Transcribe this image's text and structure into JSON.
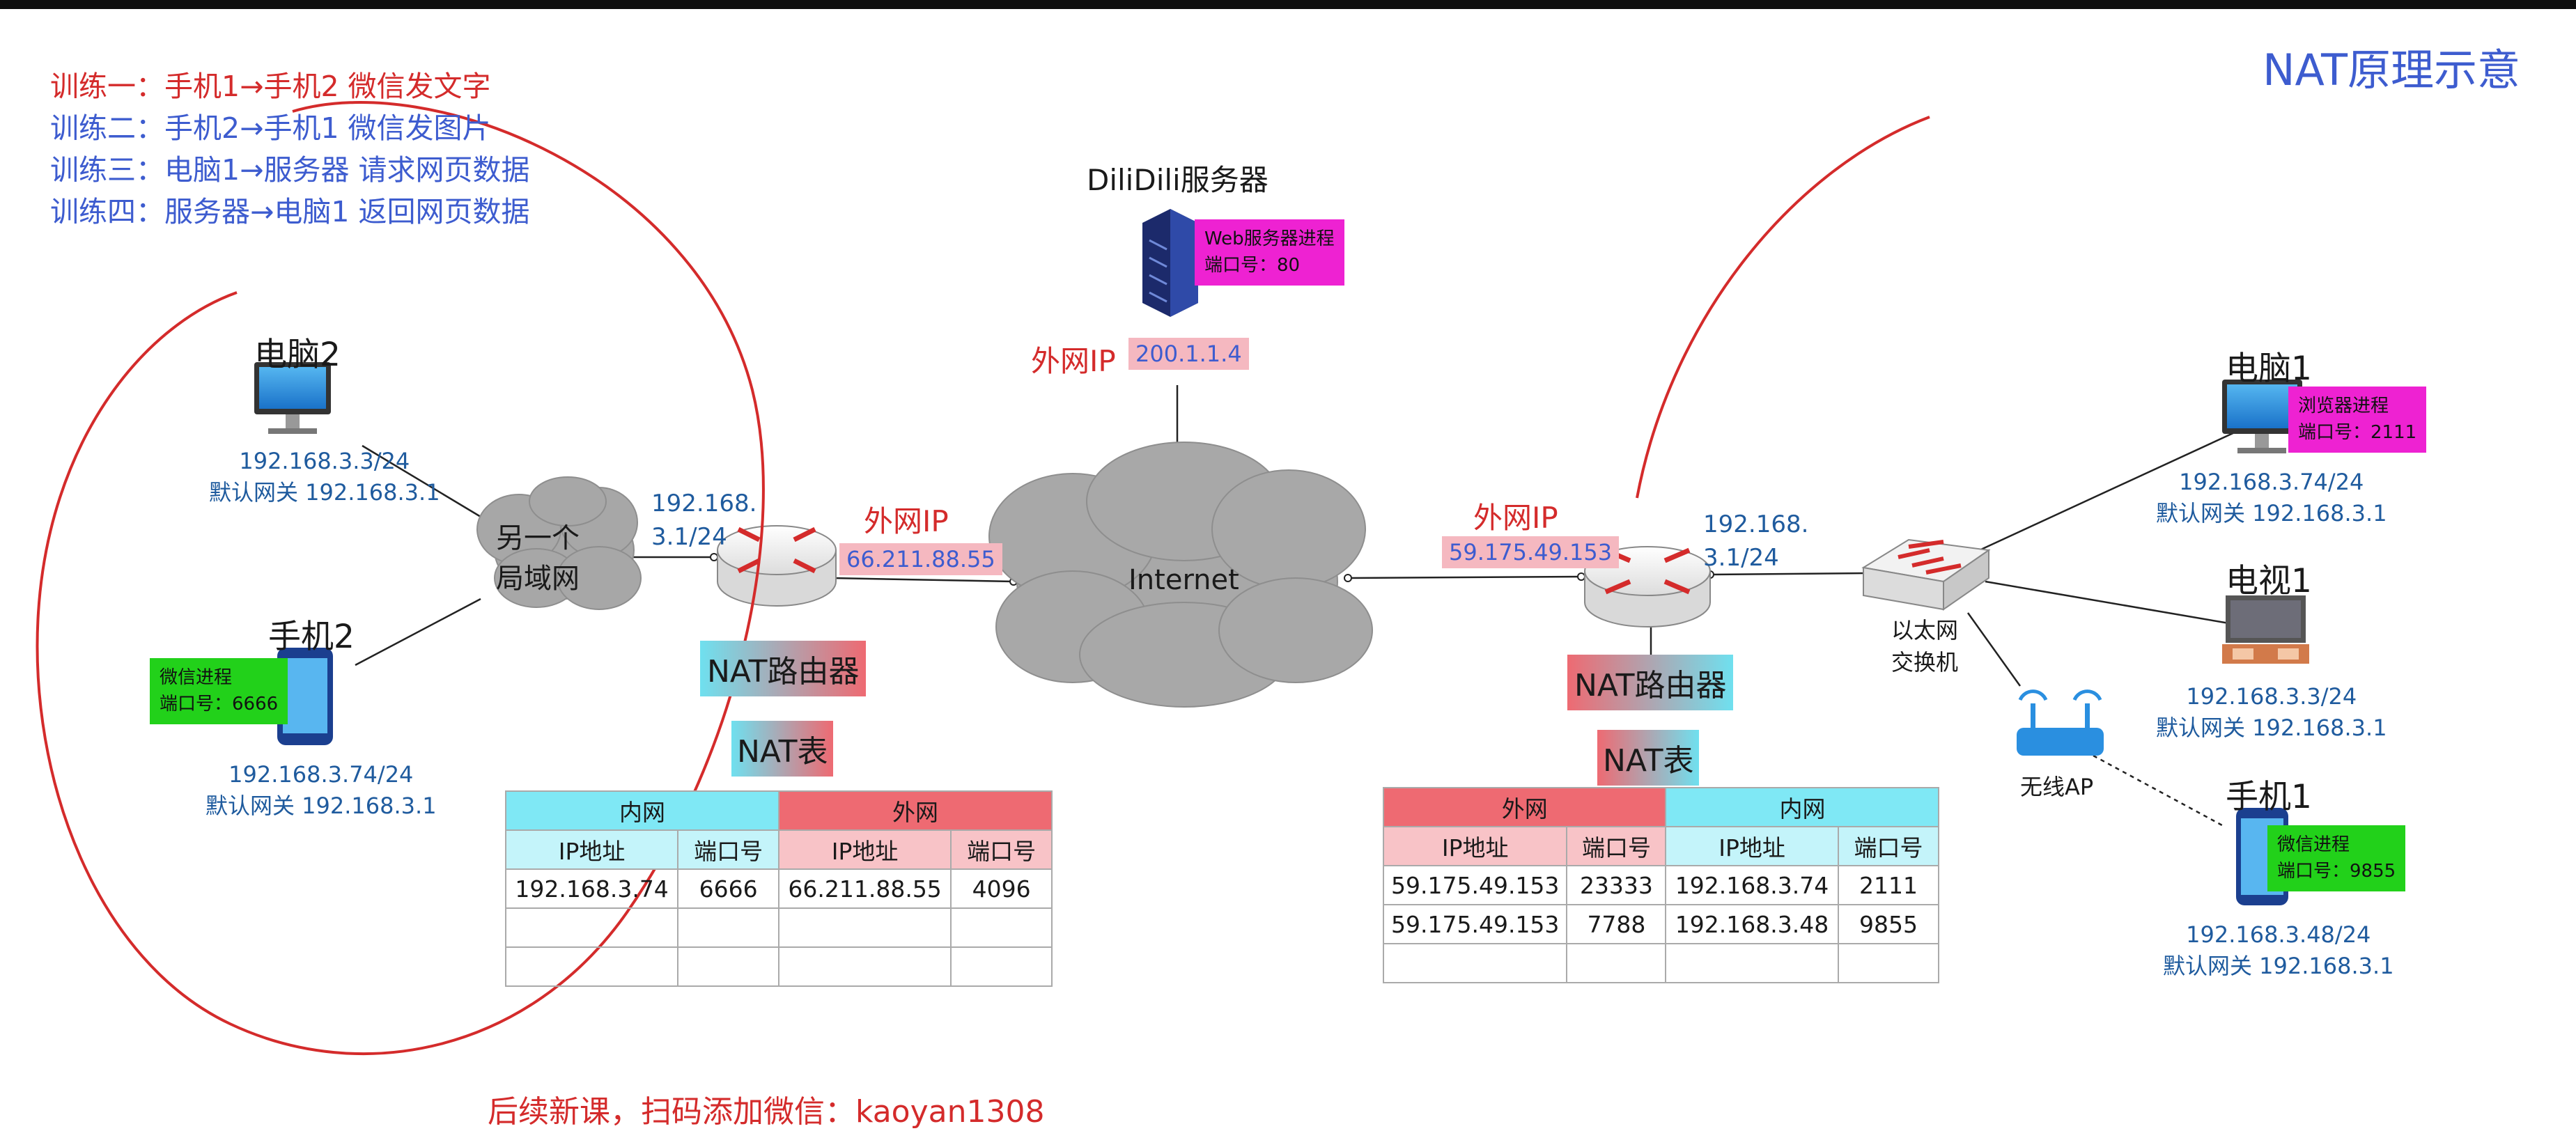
{
  "title": "NAT原理示意",
  "training": [
    "训练一：手机1→手机2 微信发文字",
    "训练二：手机2→手机1 微信发图片",
    "训练三：电脑1→服务器 请求网页数据",
    "训练四：服务器→电脑1 返回网页数据"
  ],
  "server": {
    "name": "DiliDili服务器",
    "process": "Web服务器进程",
    "port": "端口号：80",
    "wan_label": "外网IP",
    "wan_ip": "200.1.1.4"
  },
  "internet": "Internet",
  "left": {
    "pc2": {
      "name": "电脑2",
      "ip": "192.168.3.3/24",
      "gw": "默认网关 192.168.3.1"
    },
    "lan": "另一个\n局域网",
    "phone2": {
      "name": "手机2",
      "process": "微信进程",
      "port": "端口号：6666",
      "ip": "192.168.3.74/24",
      "gw": "默认网关 192.168.3.1"
    },
    "router_lan_ip": "192.168.\n3.1/24",
    "wan_label": "外网IP",
    "wan_ip": "66.211.88.55",
    "router": "NAT路由器",
    "nat_table_label": "NAT表",
    "table": {
      "group_headers": [
        "内网",
        "外网"
      ],
      "sub_headers": [
        "IP地址",
        "端口号",
        "IP地址",
        "端口号"
      ],
      "rows": [
        [
          "192.168.3.74",
          "6666",
          "66.211.88.55",
          "4096"
        ],
        [
          "",
          "",
          "",
          ""
        ],
        [
          "",
          "",
          "",
          ""
        ]
      ]
    }
  },
  "right": {
    "wan_label": "外网IP",
    "wan_ip": "59.175.49.153",
    "router_lan_ip": "192.168.\n3.1/24",
    "router": "NAT路由器",
    "nat_table_label": "NAT表",
    "switch": "以太网\n交换机",
    "ap": "无线AP",
    "pc1": {
      "name": "电脑1",
      "process": "浏览器进程",
      "port": "端口号：2111",
      "ip": "192.168.3.74/24",
      "gw": "默认网关 192.168.3.1"
    },
    "tv1": {
      "name": "电视1",
      "ip": "192.168.3.3/24",
      "gw": "默认网关 192.168.3.1"
    },
    "phone1": {
      "name": "手机1",
      "process": "微信进程",
      "port": "端口号：9855",
      "ip": "192.168.3.48/24",
      "gw": "默认网关 192.168.3.1"
    },
    "table": {
      "group_headers": [
        "外网",
        "内网"
      ],
      "sub_headers": [
        "IP地址",
        "端口号",
        "IP地址",
        "端口号"
      ],
      "rows": [
        [
          "59.175.49.153",
          "23333",
          "192.168.3.74",
          "2111"
        ],
        [
          "59.175.49.153",
          "7788",
          "192.168.3.48",
          "9855"
        ],
        [
          "",
          "",
          "",
          ""
        ]
      ]
    }
  },
  "footer": "后续新课，扫码添加微信：kaoyan1308",
  "colors": {
    "accent_blue": "#3d5ccf",
    "annotation_red": "#d42b2b",
    "cyan": "#6fe0ef",
    "pink": "#ee6a72",
    "magenta": "#ee22d2",
    "green": "#22d11a"
  }
}
